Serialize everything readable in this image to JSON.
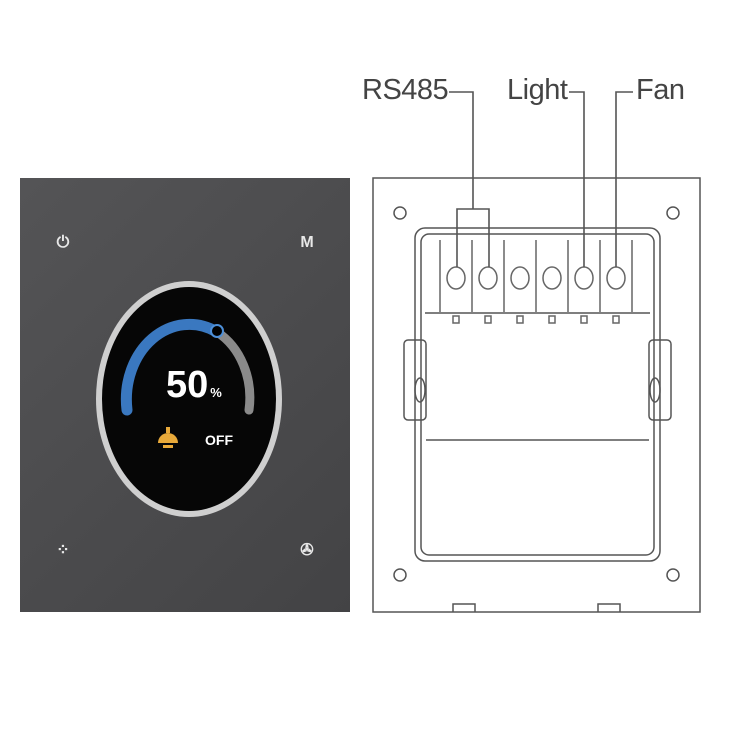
{
  "device": {
    "mode_label": "M",
    "level_value": "50",
    "level_unit": "%",
    "light_state": "OFF",
    "level_fraction": 0.5,
    "accent_color": "#3a78c0",
    "bulb_color": "#e8a93a",
    "icons": [
      "power-icon",
      "mode-icon",
      "scene-grid-icon",
      "fan-icon",
      "bulb-icon"
    ]
  },
  "diagram": {
    "labels": {
      "rs485": "RS485",
      "light": "Light",
      "fan": "Fan"
    }
  }
}
